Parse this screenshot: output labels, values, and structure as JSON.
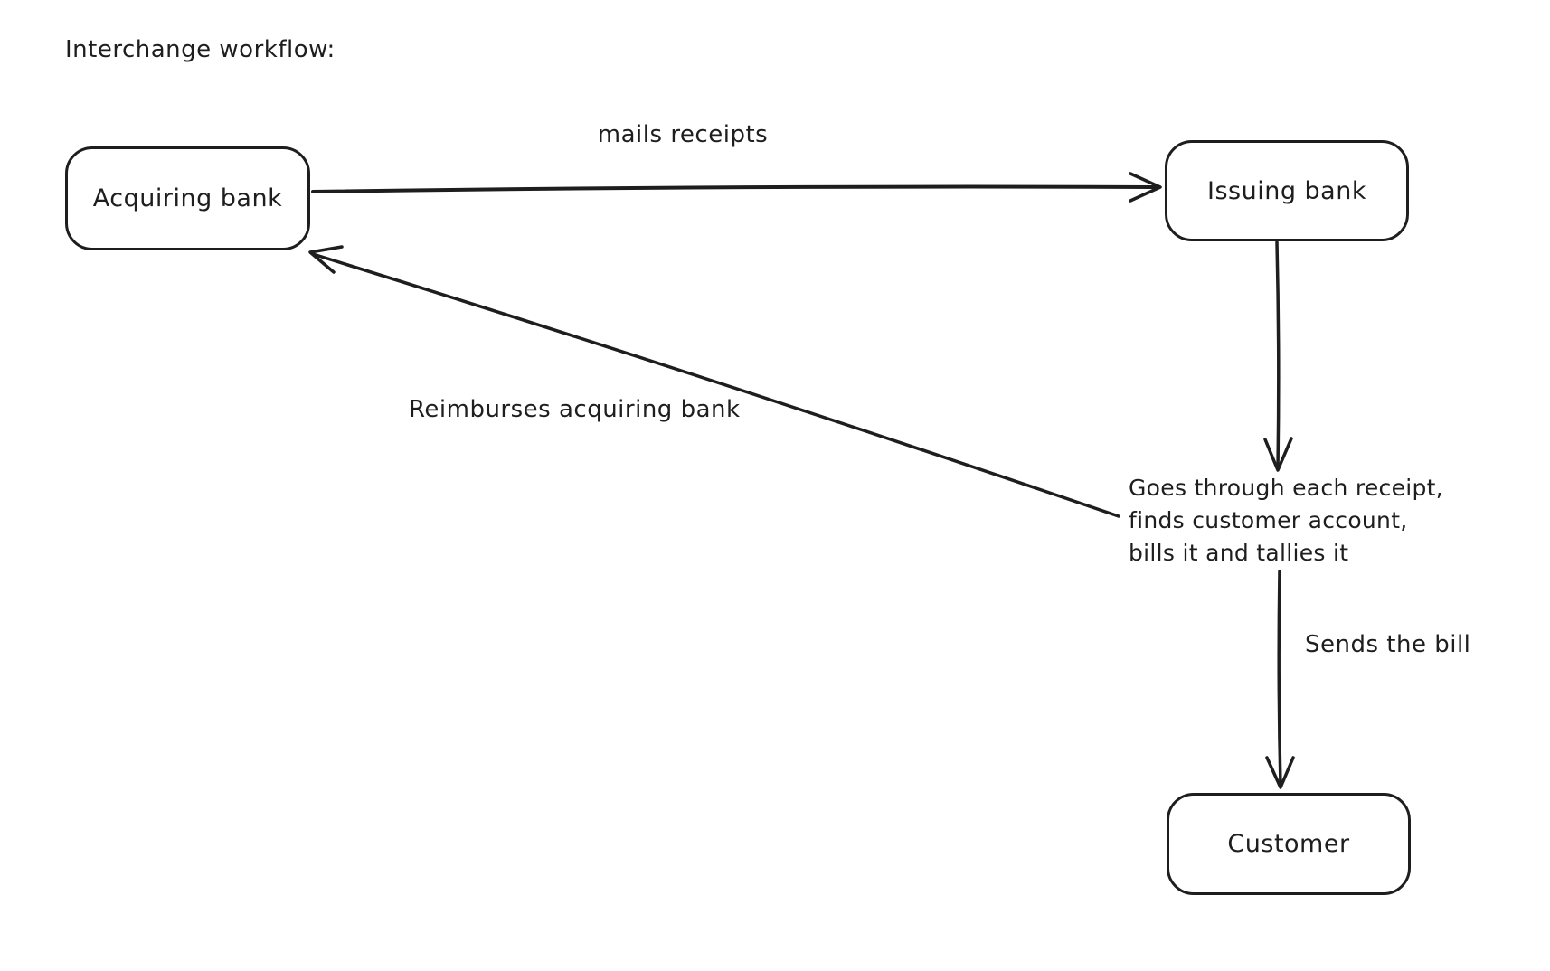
{
  "title": "Interchange workflow:",
  "colors": {
    "stroke": "#1e1e1e",
    "background": "#ffffff"
  },
  "nodes": [
    {
      "id": "acquiring-bank",
      "label": "Acquiring bank"
    },
    {
      "id": "issuing-bank",
      "label": "Issuing bank"
    },
    {
      "id": "customer",
      "label": "Customer"
    }
  ],
  "edges": [
    {
      "from": "Acquiring bank",
      "to": "Issuing bank",
      "label": "mails receipts"
    },
    {
      "from": "Issuing bank",
      "to": "process note",
      "label": ""
    },
    {
      "from": "process note",
      "to": "Acquiring bank",
      "label": "Reimburses acquiring bank"
    },
    {
      "from": "process note",
      "to": "Customer",
      "label": "Sends the bill"
    }
  ],
  "notes": {
    "process_note": {
      "lines": [
        "Goes through each receipt,",
        "finds customer account,",
        "bills it and tallies it"
      ]
    }
  }
}
